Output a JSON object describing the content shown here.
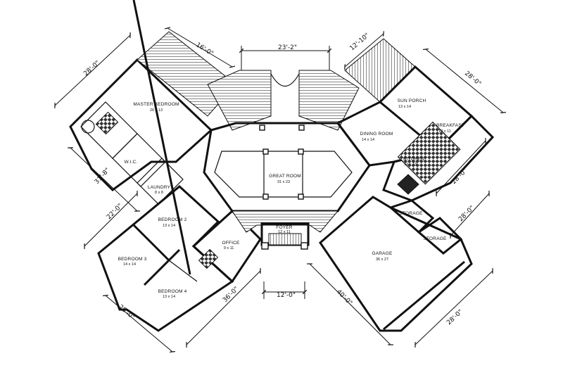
{
  "rooms": {
    "master_bedroom": {
      "name": "MASTER BEDROOM",
      "size": "26 x 13"
    },
    "wic": {
      "name": "W.I.C.",
      "size": ""
    },
    "laundry": {
      "name": "LAUNDRY",
      "size": "8 x 8"
    },
    "bedroom2": {
      "name": "BEDROOM 2",
      "size": "13 x 14"
    },
    "bedroom3": {
      "name": "BEDROOM 3",
      "size": "14 x 14"
    },
    "bedroom4": {
      "name": "BEDROOM 4",
      "size": "13 x 14"
    },
    "office": {
      "name": "OFFICE",
      "size": "9 x 11"
    },
    "great_room": {
      "name": "GREAT ROOM",
      "size": "31 x 23"
    },
    "foyer": {
      "name": "FOYER",
      "size": "12 x 11"
    },
    "dining_room": {
      "name": "DINING ROOM",
      "size": "14 x 14"
    },
    "sun_porch": {
      "name": "SUN PORCH",
      "size": "13 x 14"
    },
    "breakfast": {
      "name": "BREAKFAST",
      "size": "13 x 11"
    },
    "kitchen": {
      "name": "KITCHEN",
      "size": "13 x 13"
    },
    "storage_a": {
      "name": "STORAGE",
      "size": ""
    },
    "storage_b": {
      "name": "STORAGE",
      "size": ""
    },
    "garage": {
      "name": "GARAGE",
      "size": "36 x 27"
    }
  },
  "dimensions": {
    "top_center": "23'-2\"",
    "top_left_deck": "16'-0\"",
    "top_right_deck": "12'-10\"",
    "master_left": "28'-0\"",
    "right_upper": "28'-0\"",
    "left_mid": "31'-8\"",
    "left_lower": "22'-0\"",
    "right_mid": "28'-0\"",
    "right_garage": "28'-0\"",
    "bottom_left": "28'-0\"",
    "bottom_office": "36'-0\"",
    "bottom_center": "12'-0\"",
    "bottom_garage": "40'-0\"",
    "bottom_right": "28'-0\""
  }
}
